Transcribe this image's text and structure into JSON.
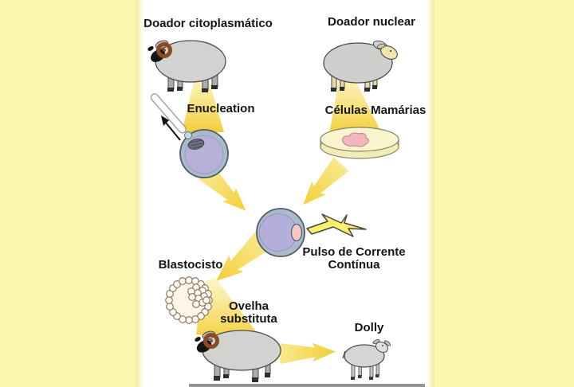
{
  "diagram": {
    "labels": {
      "cytoplasm_donor": "Doador citoplasmático",
      "nuclear_donor": "Doador nuclear",
      "enucleation": "Enucleation",
      "mammary_cells": "Células Mamárias",
      "dc_pulse_line1": "Pulso de Corrente",
      "dc_pulse_line2": "Contínua",
      "blastocyst": "Blastocisto",
      "surrogate_line1": "Ovelha",
      "surrogate_line2": "substituta",
      "dolly": "Dolly"
    },
    "icons": [
      "cytoplasm-donor-sheep-icon",
      "nuclear-donor-sheep-icon",
      "pipette-icon",
      "extraction-arrow-icon",
      "enucleated-egg-cell-icon",
      "petri-dish-icon",
      "mammary-tissue-icon",
      "light-beam",
      "transfer-arrow-icon",
      "lightning-bolt-icon",
      "fused-cell-icon",
      "blastocyst-cluster-icon",
      "surrogate-sheep-icon",
      "dolly-lamb-icon"
    ],
    "colors": {
      "background": "#FAF7AE",
      "panel": "#FFFFFF",
      "beam_gold": "#F3CE3A",
      "beam_pale": "#FCF5C0",
      "arrow_yellow": "#F5D74B",
      "cell_ring": "#A9BCCB",
      "cell_cytoplasm": "#B4AEDA",
      "donor_cell_pink": "#F7C9C2",
      "petri_fill": "#F3ECB4",
      "tissue_pink": "#F2B6BC",
      "sheep_body_grey": "#D2D2D0",
      "horn_brown": "#8B4B20",
      "face_black": "#161616",
      "face_cream": "#F3E6AC",
      "text": "#151515"
    }
  }
}
